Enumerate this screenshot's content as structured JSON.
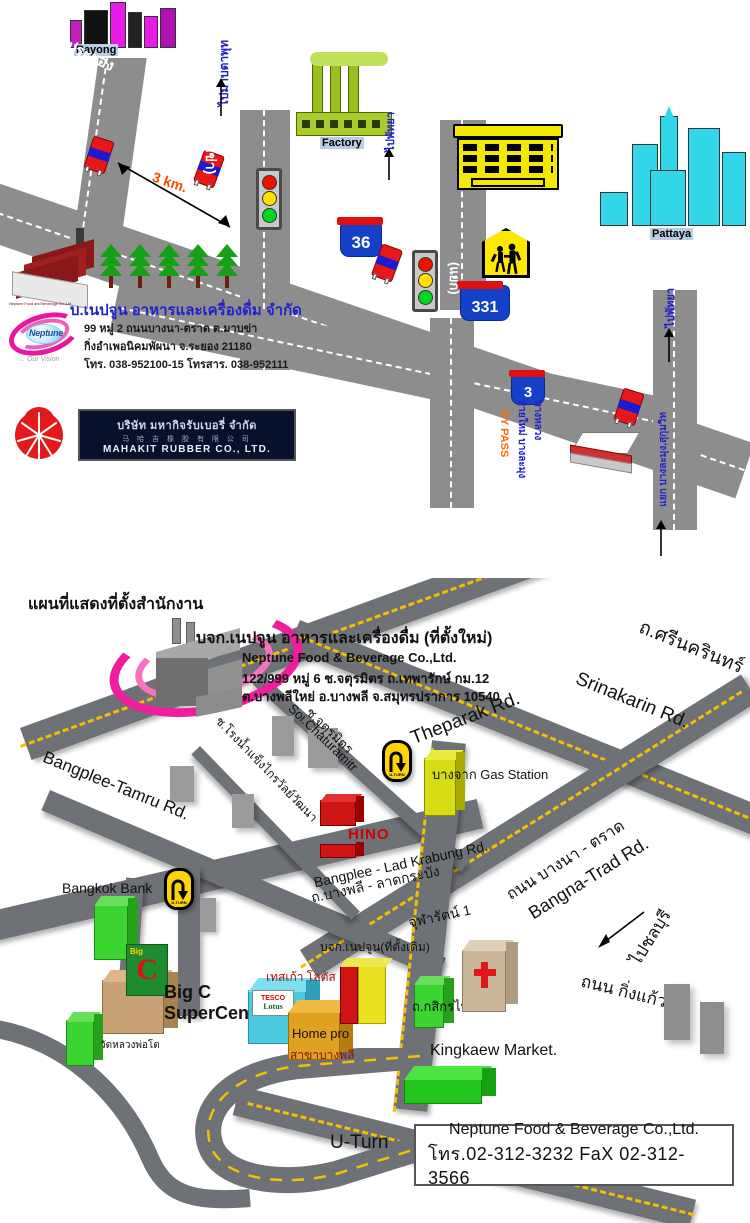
{
  "document": {
    "type": "location-map-sheet",
    "panels": 2
  },
  "top_map": {
    "title": "",
    "city_labels": [
      {
        "name": "Rayong",
        "color": "#b9cde5"
      },
      {
        "name": "Pattaya",
        "color": "#b9cde5"
      },
      {
        "name": "Factory",
        "color": "#b9cde5"
      }
    ],
    "direction_labels": [
      {
        "text": "ไประยอง",
        "arrow": "left",
        "color": "#ffffff"
      },
      {
        "text": "ไปมาบตาพุท",
        "arrow": "up",
        "color": "#2222cc"
      },
      {
        "text": "ไปพัทยา",
        "arrow": "up",
        "color": "#2222cc"
      },
      {
        "text": "ไปพัทยา",
        "arrow": "up",
        "color": "#2222cc"
      },
      {
        "text": "แยก บางละมุง,สุกุมวิท",
        "arrow": "up",
        "color": "#2222cc"
      }
    ],
    "road_labels": [
      {
        "text": "(แยกมาบข่า)",
        "color": "#ffffff"
      },
      {
        "text": "ทางหลวงสาย",
        "color": "#ffffff"
      },
      {
        "text": "(แยก)",
        "color": "#ffffff"
      }
    ],
    "shields": [
      {
        "number": "36"
      },
      {
        "number": "331"
      },
      {
        "number": "3"
      }
    ],
    "bypass": {
      "thai_line1": "ทางหลวง",
      "thai_line2": "สายใหม่ บางละมุง",
      "english": "BY PASS",
      "english_color": "#ff6a00"
    },
    "distance_marker": {
      "text": "3 km.",
      "color": "#ff4400"
    },
    "traffic_lights": 2,
    "company": {
      "logo": {
        "top_text": "Neptune Food and Beverage Co.,Ltd",
        "word": "Neptune",
        "bottom_text": "… Our Vision"
      },
      "name_th": "บ.เนปจูน อาหารและเครื่องดื่ม จำกัด",
      "address_line1": "99 หมู่ 2   ถนนบางนา-ตราด ต.มาบข่า",
      "address_line2": "กิ่งอำเพอนิคมพัผนา จ.ระยอง 21180",
      "address_line3": "โทร. 038-952100-15 โทรสาร. 038-952111",
      "title_color": "#2222cc"
    },
    "mahakit": {
      "thai": "บริษัท มหากิจรับเบอรี่ จำกัด",
      "chinese": "马 哈 吉 橡 胶 有 限 公 司",
      "english": "MAHAKIT  RUBBER  CO., LTD.",
      "plate_color": "#08102c",
      "flower_color": "#e51919"
    }
  },
  "bottom_map": {
    "heading": "แผนที่แสดงที่ตั้งสำนักงาน",
    "company": {
      "name_th": "บจก.เนปจูน อาหารและเครื่องดื่ม (ที่ตั้งใหม่)",
      "name_en": "Neptune Food & Beverage Co.,Ltd.",
      "address_line1": "122/999 หมู่ 6 ช.จตุรมิตร ถ.เทพารักษ์ กม.12",
      "address_line2": "ต.บางพลีใหย่ อ.บางพลี จ.สมุทรปราการ 10540"
    },
    "roads": [
      {
        "th": "",
        "en": "Theparak Rd."
      },
      {
        "th": "ถ.ศรีนครินทร์",
        "en": "Srinakarin Rd."
      },
      {
        "th": "ถนน บางนา - ตราด",
        "en": "Bangna-Trad Rd."
      },
      {
        "th": "",
        "en": "Bangplee-Tamru Rd."
      },
      {
        "th": "ถ.บางพลี - ลาดกระบัง",
        "en": "Bangplee - Lad Krabung Rd."
      },
      {
        "th": "ถนน กิ่งแก้ว",
        "en": ""
      },
      {
        "th": "ช.จตุรมิตร",
        "en": "Soi.Chaturamitr"
      },
      {
        "th": "ช.โรงน้ำแข็งไกรวัลย์วัฒนา",
        "en": ""
      }
    ],
    "places": [
      {
        "label": "บางจาก Gas Station"
      },
      {
        "label": "HINO"
      },
      {
        "label": "Bangkok Bank"
      },
      {
        "label": "Big C\nSuperCenter"
      },
      {
        "label": "วัดหลวงพ่อโต"
      },
      {
        "label": "เทสเก้า โลตัส"
      },
      {
        "label": "Home pro"
      },
      {
        "label": "สาขาบางพลี"
      },
      {
        "label": "บจก.เนปจูน(ที่ตั้งเดิม)"
      },
      {
        "label": "ถ.กสิกรไทย"
      },
      {
        "label": "จุฬารัตน์ 1"
      },
      {
        "label": "Kingkaew Market."
      },
      {
        "label": "U-Turn"
      }
    ],
    "to_chonburi": "ไปชลบุรี",
    "uturn_sign_text": "U-TURN",
    "uturn_count": 2,
    "footer": {
      "line1": "Neptune Food & Beverage Co.,Ltd.",
      "line2": "โทร.02-312-3232 FaX 02-312-3566"
    },
    "tesco_sign": {
      "red": "TESCO",
      "green": "Lotus"
    },
    "bigc_sign": {
      "letter": "C",
      "top": "Big"
    }
  },
  "colors": {
    "road_top": "#8d8d8d",
    "road_bottom": "#6e7175",
    "yellow_centerline": "#f5bf00",
    "brand_pink": "#ef1e9c",
    "brand_blue": "#2222cc",
    "city_cyan": "#31d7e8",
    "city_magenta": "#e81ce8",
    "factory_green": "#aacc2a",
    "hotel_yellow": "#f5e800"
  }
}
